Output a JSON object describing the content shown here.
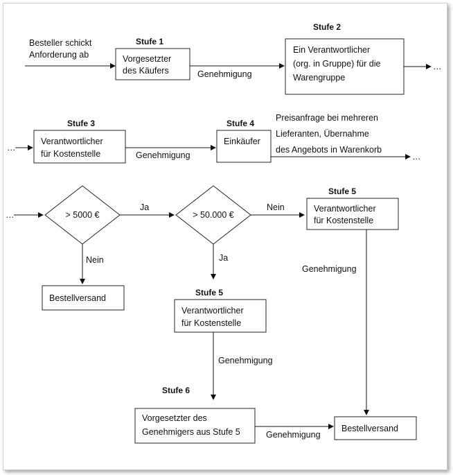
{
  "start_label": [
    "Besteller schickt",
    "Anforderung ab"
  ],
  "ellipsis": "…",
  "stages": {
    "s1": "Stufe 1",
    "s2": "Stufe 2",
    "s3": "Stufe 3",
    "s4": "Stufe 4",
    "s5a": "Stufe 5",
    "s5b": "Stufe 5",
    "s6": "Stufe 6"
  },
  "boxes": {
    "supervisor": [
      "Vorgesetzter",
      "des Käufers"
    ],
    "group_resp": [
      "Ein Verantwortlicher",
      "(org. in Gruppe) für die",
      "Warengruppe"
    ],
    "cost_center_1": [
      "Verantwortlicher",
      "für Kostenstelle"
    ],
    "buyer": [
      "Einkäufer"
    ],
    "order_send_1": [
      "Bestellversand"
    ],
    "cost_center_top": [
      "Verantwortlicher",
      "für Kostenstelle"
    ],
    "cost_center_mid": [
      "Verantwortlicher",
      "für Kostenstelle"
    ],
    "supervisor_approver": [
      "Vorgesetzter des",
      "Genehmigers aus Stufe 5"
    ],
    "order_send_2": [
      "Bestellversand"
    ]
  },
  "decisions": {
    "d1": "> 5000 €",
    "d2": "> 50.000 €"
  },
  "edge_labels": {
    "approval": "Genehmigung",
    "yes": "Ja",
    "no": "Nein",
    "buyer_note": [
      "Preisanfrage bei mehreren",
      "Lieferanten, Übernahme",
      "des Angebots  in Warenkorb"
    ]
  }
}
